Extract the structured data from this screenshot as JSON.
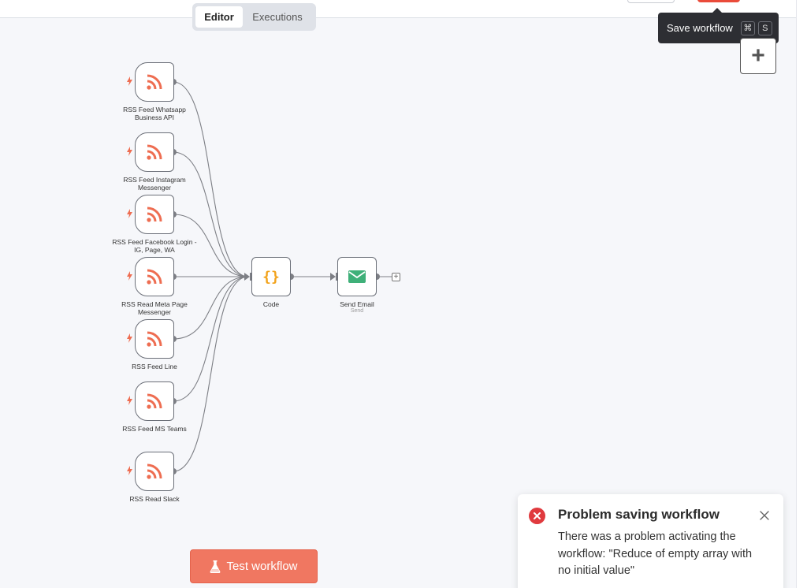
{
  "header": {
    "tabs": [
      {
        "label": "Editor",
        "active": true
      },
      {
        "label": "Executions",
        "active": false
      }
    ]
  },
  "tooltip": {
    "text": "Save workflow",
    "keys": [
      "⌘",
      "S"
    ]
  },
  "add_node_label": "+",
  "nodes": {
    "rss_whatsapp": {
      "label": "RSS Feed Whatsapp Business API",
      "icon": "rss-icon"
    },
    "rss_instagram": {
      "label": "RSS Feed Instagram Messenger",
      "icon": "rss-icon"
    },
    "rss_facebook": {
      "label": "RSS Feed Facebook Login - IG, Page, WA",
      "icon": "rss-icon"
    },
    "rss_meta_page": {
      "label": "RSS Read Meta Page Messenger",
      "icon": "rss-icon"
    },
    "rss_line": {
      "label": "RSS Feed Line",
      "icon": "rss-icon"
    },
    "rss_ms_teams": {
      "label": "RSS Feed MS Teams",
      "icon": "rss-icon"
    },
    "rss_slack": {
      "label": "RSS Read Slack",
      "icon": "rss-icon"
    },
    "code": {
      "label": "Code",
      "icon": "code-braces-icon"
    },
    "send_email": {
      "label": "Send Email",
      "subtitle": "Send",
      "icon": "envelope-icon"
    }
  },
  "end_plus_label": "+",
  "test_button": {
    "label": "Test workflow",
    "icon": "flask-icon"
  },
  "toast": {
    "title": "Problem saving workflow",
    "message": "There was a problem activating the workflow: \"Reduce of empty array with no initial value\""
  },
  "colors": {
    "accent": "#ea4b3a",
    "rss": "#ee6d51",
    "code": "#f2a21a",
    "email": "#3fb079",
    "error": "#e03a3e",
    "test_button": "#f07761"
  }
}
